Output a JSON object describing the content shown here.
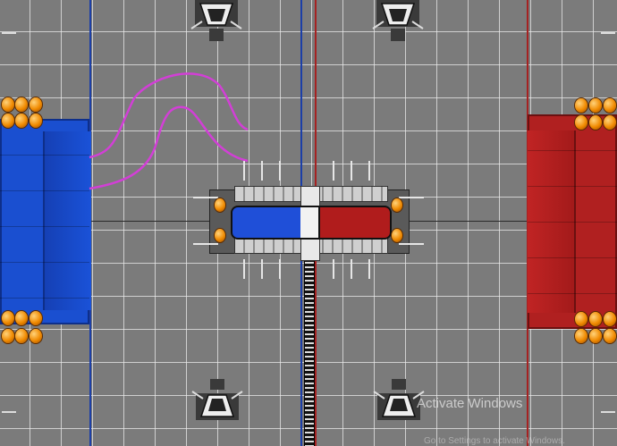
{
  "scene": {
    "view": "top-down field",
    "colors": {
      "field": "#7b7b7b",
      "blue_alliance": "#1a4fd0",
      "red_alliance": "#b02020",
      "path": "#d23fd6",
      "game_piece": "#f08a00"
    },
    "hub_sides": [
      "blue",
      "red"
    ]
  },
  "overlay": {
    "watermark_line1": "Activate Windows",
    "watermark_line2": "Go to Settings to activate Windows."
  }
}
